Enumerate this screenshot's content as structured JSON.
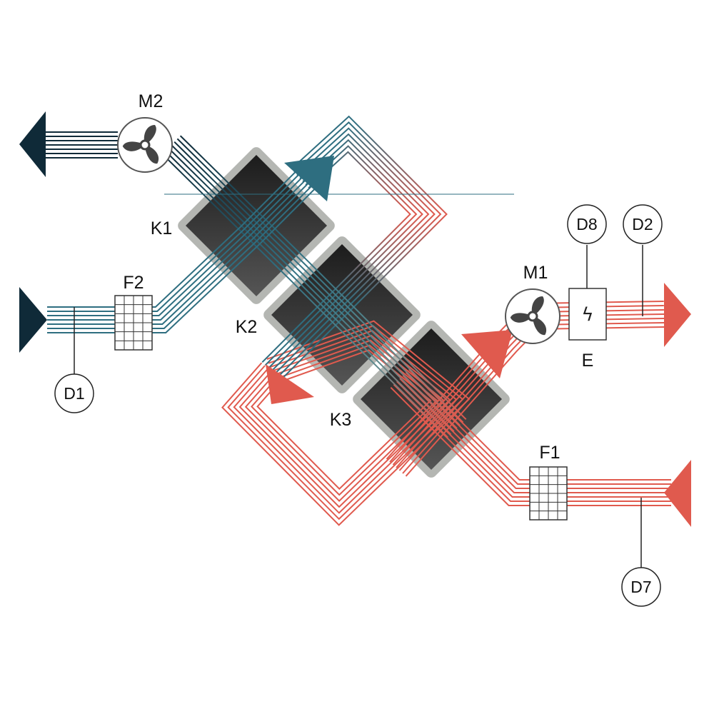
{
  "colors": {
    "exhaust": "#0f2a38",
    "exhaust_teal": "#2e6e80",
    "supply": "#e05a4e",
    "core": "#2e2e2e",
    "core_frame": "#b4b6b2"
  },
  "components": {
    "fan_exhaust": "M2",
    "fan_supply": "M1",
    "filter_exhaust": "F2",
    "filter_supply": "F1",
    "core_1": "K1",
    "core_2": "K2",
    "core_3": "K3",
    "heater": "E",
    "heater_icon": "bolt-icon",
    "heater_symbol": "ϟ"
  },
  "sensors": {
    "d1": "D1",
    "d2": "D2",
    "d7": "D7",
    "d8": "D8"
  }
}
